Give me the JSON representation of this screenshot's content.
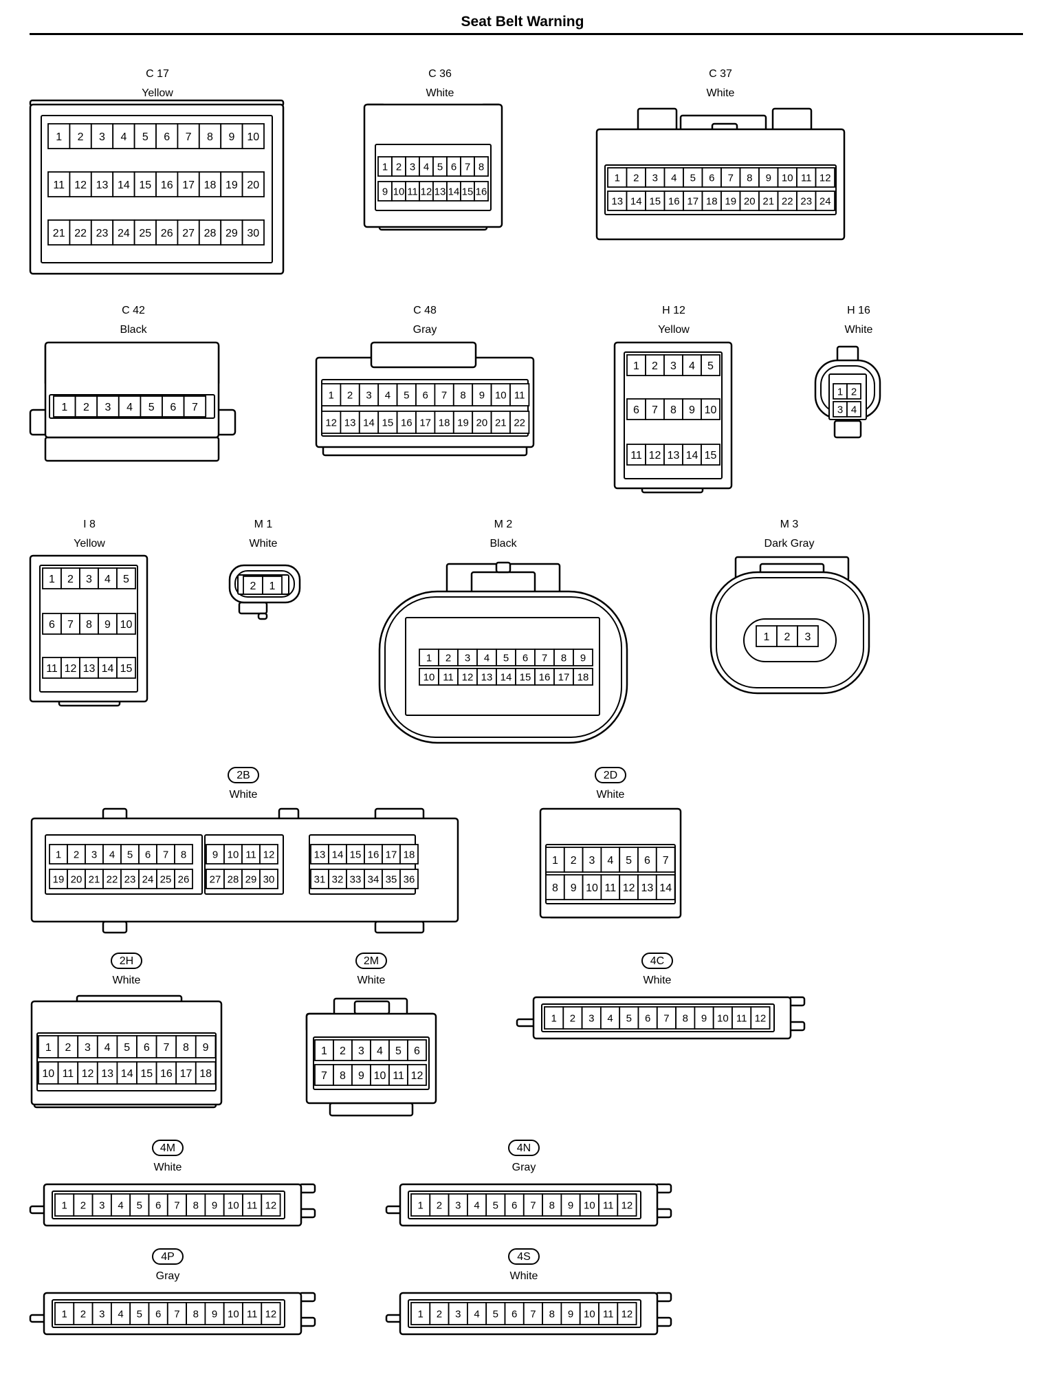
{
  "title": "Seat Belt Warning",
  "connectors": [
    {
      "id": "C 17",
      "color": "Yellow",
      "circled": false,
      "rows": [
        [
          1,
          2,
          3,
          4,
          5,
          6,
          7,
          8,
          9,
          10
        ],
        [
          11,
          12,
          13,
          14,
          15,
          16,
          17,
          18,
          19,
          20
        ],
        [
          21,
          22,
          23,
          24,
          25,
          26,
          27,
          28,
          29,
          30
        ]
      ]
    },
    {
      "id": "C 36",
      "color": "White",
      "circled": false,
      "rows": [
        [
          1,
          2,
          3,
          4,
          5,
          6,
          7,
          8
        ],
        [
          9,
          10,
          11,
          12,
          13,
          14,
          15,
          16
        ]
      ]
    },
    {
      "id": "C 37",
      "color": "White",
      "circled": false,
      "rows": [
        [
          1,
          2,
          3,
          4,
          5,
          6,
          7,
          8,
          9,
          10,
          11,
          12
        ],
        [
          13,
          14,
          15,
          16,
          17,
          18,
          19,
          20,
          21,
          22,
          23,
          24
        ]
      ]
    },
    {
      "id": "C 42",
      "color": "Black",
      "circled": false,
      "rows": [
        [
          1,
          2,
          3,
          4,
          5,
          6,
          7
        ]
      ]
    },
    {
      "id": "C 48",
      "color": "Gray",
      "circled": false,
      "rows": [
        [
          1,
          2,
          3,
          4,
          5,
          6,
          7,
          8,
          9,
          10,
          11
        ],
        [
          12,
          13,
          14,
          15,
          16,
          17,
          18,
          19,
          20,
          21,
          22
        ]
      ]
    },
    {
      "id": "H 12",
      "color": "Yellow",
      "circled": false,
      "rows": [
        [
          1,
          2,
          3,
          4,
          5
        ],
        [
          6,
          7,
          8,
          9,
          10
        ],
        [
          11,
          12,
          13,
          14,
          15
        ]
      ]
    },
    {
      "id": "H 16",
      "color": "White",
      "circled": false,
      "rows": [
        [
          1,
          2
        ],
        [
          3,
          4
        ]
      ]
    },
    {
      "id": "I 8",
      "color": "Yellow",
      "circled": false,
      "rows": [
        [
          1,
          2,
          3,
          4,
          5
        ],
        [
          6,
          7,
          8,
          9,
          10
        ],
        [
          11,
          12,
          13,
          14,
          15
        ]
      ]
    },
    {
      "id": "M 1",
      "color": "White",
      "circled": false,
      "rows": [
        [
          2,
          1
        ]
      ]
    },
    {
      "id": "M 2",
      "color": "Black",
      "circled": false,
      "rows": [
        [
          1,
          2,
          3,
          4,
          5,
          6,
          7,
          8,
          9
        ],
        [
          10,
          11,
          12,
          13,
          14,
          15,
          16,
          17,
          18
        ]
      ]
    },
    {
      "id": "M 3",
      "color": "Dark Gray",
      "circled": false,
      "rows": [
        [
          1,
          2,
          3
        ]
      ]
    },
    {
      "id": "2B",
      "color": "White",
      "circled": true,
      "rows": [
        [
          1,
          2,
          3,
          4,
          5,
          6,
          7,
          8
        ],
        [
          19,
          20,
          21,
          22,
          23,
          24,
          25,
          26
        ],
        [
          9,
          10,
          11,
          12
        ],
        [
          27,
          28,
          29,
          30
        ],
        [
          13,
          14,
          15,
          16,
          17,
          18
        ],
        [
          31,
          32,
          33,
          34,
          35,
          36
        ]
      ]
    },
    {
      "id": "2D",
      "color": "White",
      "circled": true,
      "rows": [
        [
          1,
          2,
          3,
          4,
          5,
          6,
          7
        ],
        [
          8,
          9,
          10,
          11,
          12,
          13,
          14
        ]
      ]
    },
    {
      "id": "2H",
      "color": "White",
      "circled": true,
      "rows": [
        [
          1,
          2,
          3,
          4,
          5,
          6,
          7,
          8,
          9
        ],
        [
          10,
          11,
          12,
          13,
          14,
          15,
          16,
          17,
          18
        ]
      ]
    },
    {
      "id": "2M",
      "color": "White",
      "circled": true,
      "rows": [
        [
          1,
          2,
          3,
          4,
          5,
          6
        ],
        [
          7,
          8,
          9,
          10,
          11,
          12
        ]
      ]
    },
    {
      "id": "4C",
      "color": "White",
      "circled": true,
      "rows": [
        [
          1,
          2,
          3,
          4,
          5,
          6,
          7,
          8,
          9,
          10,
          11,
          12
        ]
      ]
    },
    {
      "id": "4M",
      "color": "White",
      "circled": true,
      "rows": [
        [
          1,
          2,
          3,
          4,
          5,
          6,
          7,
          8,
          9,
          10,
          11,
          12
        ]
      ]
    },
    {
      "id": "4N",
      "color": "Gray",
      "circled": true,
      "rows": [
        [
          1,
          2,
          3,
          4,
          5,
          6,
          7,
          8,
          9,
          10,
          11,
          12
        ]
      ]
    },
    {
      "id": "4P",
      "color": "Gray",
      "circled": true,
      "rows": [
        [
          1,
          2,
          3,
          4,
          5,
          6,
          7,
          8,
          9,
          10,
          11,
          12
        ]
      ]
    },
    {
      "id": "4S",
      "color": "White",
      "circled": true,
      "rows": [
        [
          1,
          2,
          3,
          4,
          5,
          6,
          7,
          8,
          9,
          10,
          11,
          12
        ]
      ]
    }
  ]
}
